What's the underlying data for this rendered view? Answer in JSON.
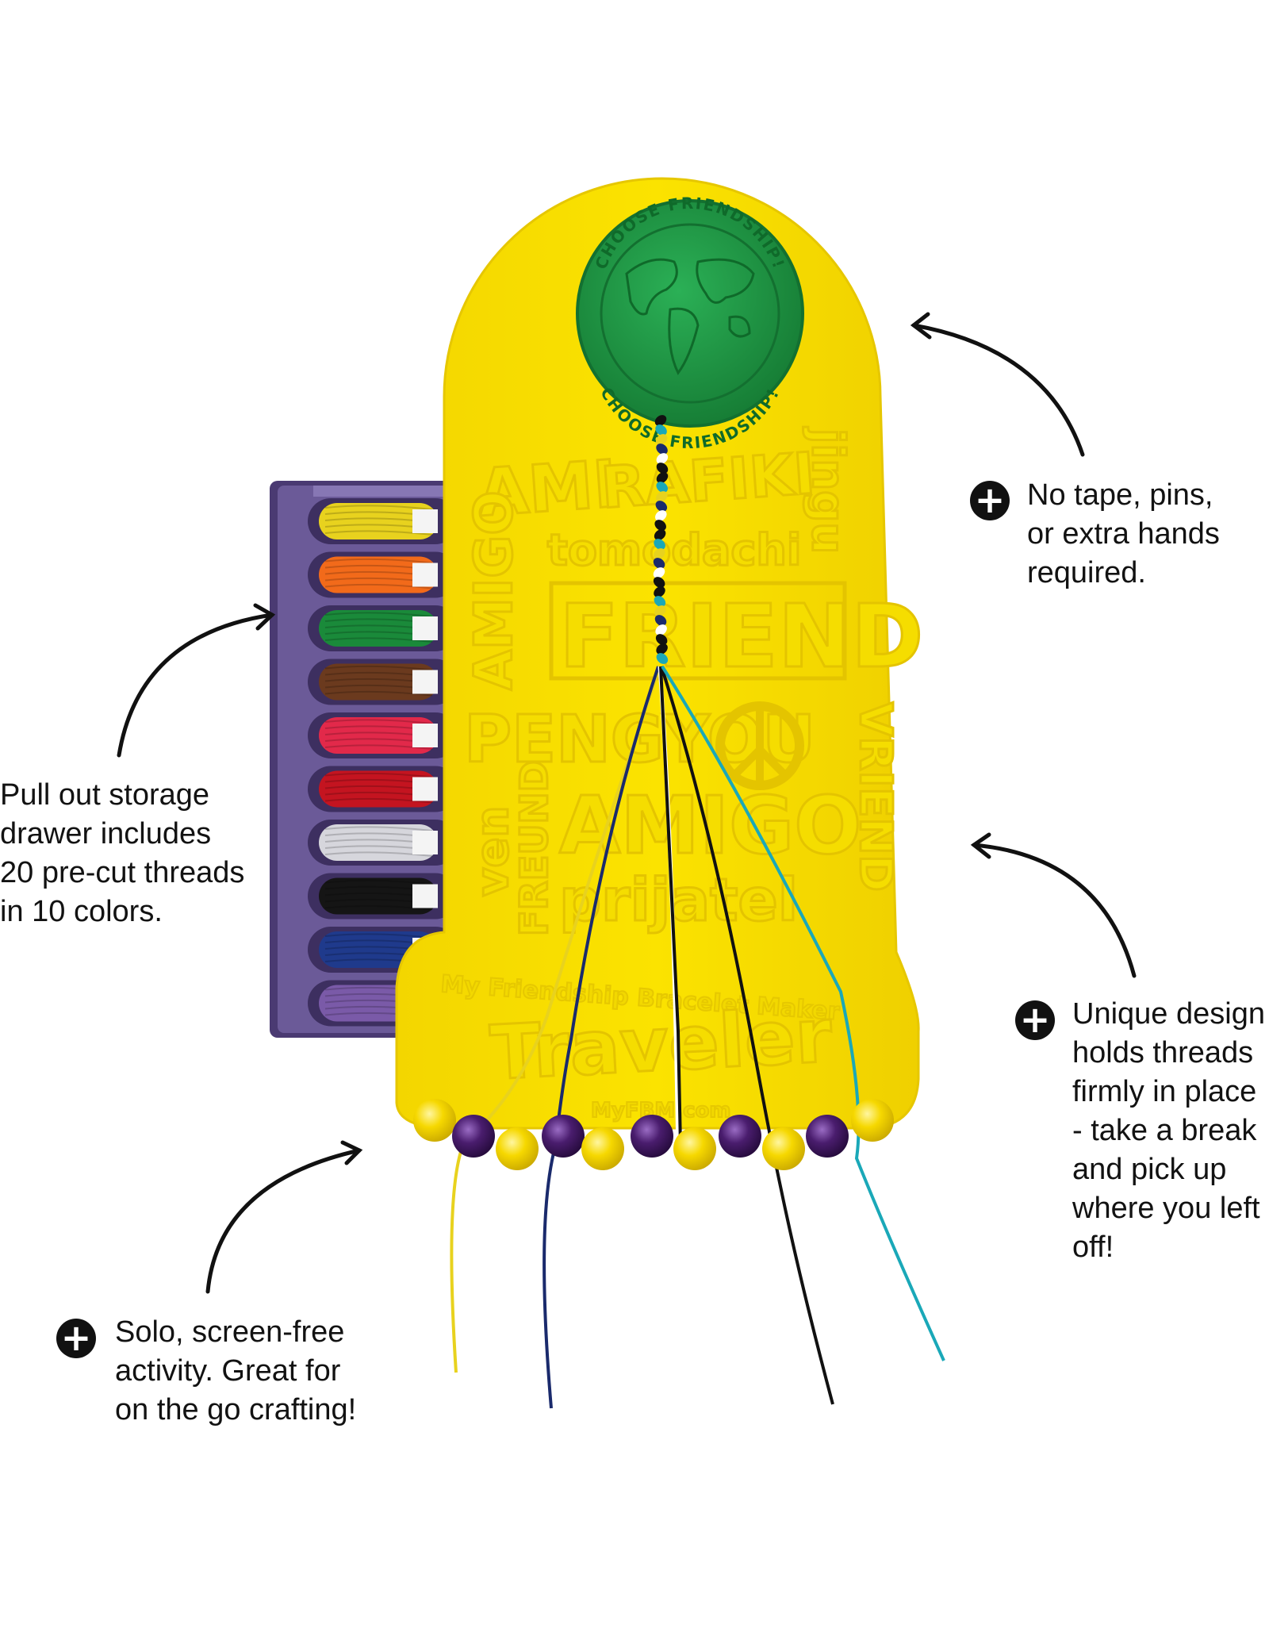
{
  "board": {
    "medallion_text_top": "CHOOSE FRIENDSHIP!",
    "medallion_text_bottom": "CHOOSE FRIENDSHIP!",
    "words": [
      "AMI",
      "RAFIKI",
      "tomodachi",
      "jingu",
      "AMIGO",
      "FRIEND",
      "PENGYOU",
      "VRIEND",
      "ven",
      "FREUND",
      "AMIGO",
      "prijatel"
    ],
    "brand_line": "My Friendship Bracelet Maker",
    "model": "Traveler",
    "url": "MyFBM.com"
  },
  "callouts": [
    {
      "lines": [
        "No tape, pins,",
        "or extra hands",
        "required."
      ]
    },
    {
      "lines": [
        "Pull out storage",
        "drawer includes",
        "20 pre-cut threads",
        "in 10 colors."
      ]
    },
    {
      "lines": [
        "Unique design",
        "holds threads",
        "firmly in place",
        "- take a break",
        "and pick up",
        "where you left",
        "off!"
      ]
    },
    {
      "lines": [
        "Solo, screen-free",
        "activity. Great for",
        "on the go crafting!"
      ]
    }
  ],
  "colors": {
    "board_yellow": "#f8de00",
    "medallion_green": "#1e9a44",
    "drawer_purple": "#5b4a86",
    "bead_purple": "#4a1d6e",
    "thread_colors": [
      "#e8d21e",
      "#f26a1a",
      "#1a8a3a",
      "#6b3a1e",
      "#e2294a",
      "#c41420",
      "#d6d6dc",
      "#151515",
      "#1f3a8c",
      "#7a5aa8"
    ]
  }
}
